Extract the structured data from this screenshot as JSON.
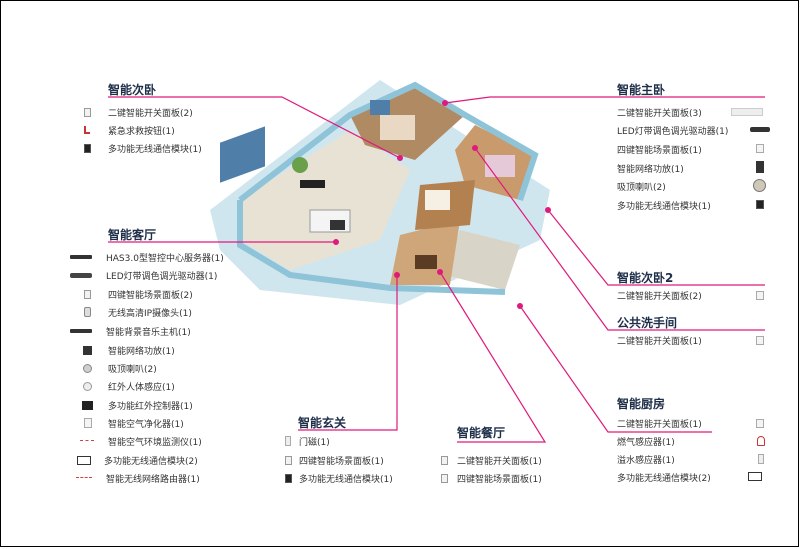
{
  "sections": {
    "second_bedroom": {
      "title": "智能次卧",
      "items": [
        "二键智能开关面板(2)",
        "紧急求救按钮(1)",
        "多功能无线通信模块(1)"
      ]
    },
    "master_bedroom": {
      "title": "智能主卧",
      "items": [
        "二键智能开关面板(3)",
        "LED灯带调色调光驱动器(1)",
        "四键智能场景面板(1)",
        "智能网络功放(1)",
        "吸顶喇叭(2)",
        "多功能无线通信模块(1)"
      ]
    },
    "living_room": {
      "title": "智能客厅",
      "items": [
        "HAS3.0型智控中心服务器(1)",
        "LED灯带调色调光驱动器(1)",
        "四键智能场景面板(2)",
        "无线高清IP摄像头(1)",
        "智能背景音乐主机(1)",
        "智能网络功放(1)",
        "吸顶喇叭(2)",
        "红外人体感应(1)",
        "多功能红外控制器(1)",
        "智能空气净化器(1)",
        "智能空气环境监测仪(1)",
        "多功能无线通信模块(2)",
        "智能无线网络路由器(1)"
      ]
    },
    "second_bedroom_2": {
      "title": "智能次卧2",
      "items": [
        "二键智能开关面板(2)"
      ]
    },
    "public_bathroom": {
      "title": "公共洗手间",
      "items": [
        "二键智能开关面板(1)"
      ]
    },
    "kitchen": {
      "title": "智能厨房",
      "items": [
        "二键智能开关面板(1)",
        "燃气感应器(1)",
        "溢水感应器(1)",
        "多功能无线通信模块(2)"
      ]
    },
    "entrance": {
      "title": "智能玄关",
      "items": [
        "门磁(1)",
        "四键智能场景面板(1)",
        "多功能无线通信模块(1)"
      ]
    },
    "dining_room": {
      "title": "智能餐厅",
      "items": [
        "二键智能开关面板(1)",
        "四键智能场景面板(1)"
      ]
    }
  },
  "colors": {
    "accent_line": "#e0197d",
    "title_text": "#1f2f4a",
    "item_text": "#333333"
  }
}
